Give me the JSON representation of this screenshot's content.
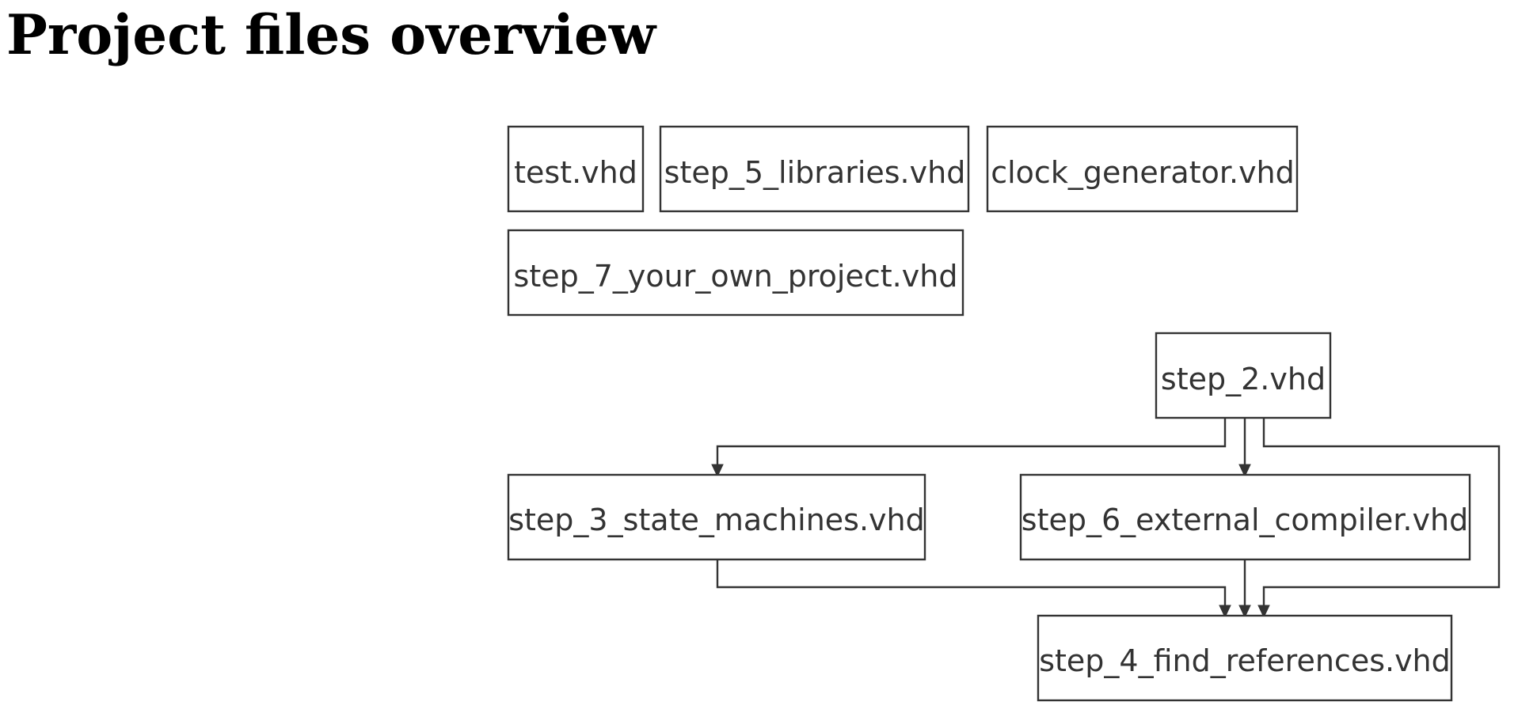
{
  "title": "Project files overview",
  "files": {
    "test": "test.vhd",
    "step5": "step_5_libraries.vhd",
    "clock": "clock_generator.vhd",
    "step7": "step_7_your_own_project.vhd",
    "step2": "step_2.vhd",
    "step3": "step_3_state_machines.vhd",
    "step6": "step_6_external_compiler.vhd",
    "step4": "step_4_find_references.vhd"
  },
  "edges": [
    {
      "from": "step_2.vhd",
      "to": "step_3_state_machines.vhd"
    },
    {
      "from": "step_2.vhd",
      "to": "step_6_external_compiler.vhd"
    },
    {
      "from": "step_2.vhd",
      "to": "step_4_find_references.vhd"
    },
    {
      "from": "step_3_state_machines.vhd",
      "to": "step_4_find_references.vhd"
    },
    {
      "from": "step_6_external_compiler.vhd",
      "to": "step_4_find_references.vhd"
    }
  ],
  "colors": {
    "stroke": "#333333",
    "text": "#333333",
    "background": "#ffffff"
  }
}
